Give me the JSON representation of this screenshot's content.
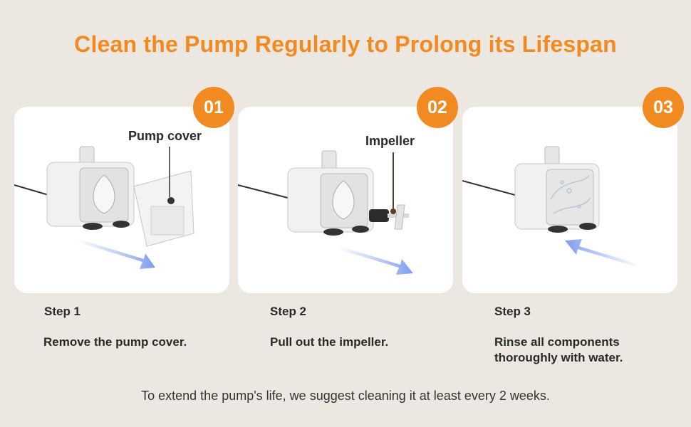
{
  "title": "Clean the Pump Regularly to Prolong its Lifespan",
  "steps": [
    {
      "badge": "01",
      "step": "Step 1",
      "description": "Remove the pump cover.",
      "callout": "Pump cover"
    },
    {
      "badge": "02",
      "step": "Step 2",
      "description": "Pull out the impeller.",
      "callout": "Impeller"
    },
    {
      "badge": "03",
      "step": "Step 3",
      "description": "Rinse all components thoroughly with water."
    }
  ],
  "footer": "To extend the pump's life, we suggest cleaning it at least every 2 weeks.",
  "colors": {
    "accent": "#f08a21",
    "background": "#ece7e1",
    "card": "#ffffff",
    "arrow": "#8aa6f2"
  },
  "icons": [
    "pump-icon",
    "pump-cover-icon",
    "impeller-icon",
    "water-splash-icon",
    "direction-arrow-icon"
  ]
}
